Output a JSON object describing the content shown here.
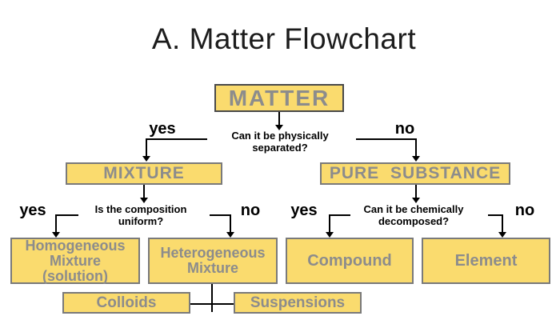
{
  "title": "A. Matter Flowchart",
  "colors": {
    "box_fill": "#FADB6E",
    "box_border": "#7A7A7A",
    "matter_border": "#4A4A4A",
    "box_text": "#8C8C8C",
    "line": "#000000"
  },
  "nodes": {
    "matter": "MATTER",
    "mixture": "MIXTURE",
    "pure_substance": "PURE SUBSTANCE",
    "homogeneous": [
      "Homogeneous",
      "Mixture",
      "(solution)"
    ],
    "heterogeneous": [
      "Heterogeneous",
      "Mixture"
    ],
    "compound": "Compound",
    "element": "Element",
    "colloids": "Colloids",
    "suspensions": "Suspensions"
  },
  "questions": {
    "physical": [
      "Can it be physically",
      "separated?"
    ],
    "uniform": [
      "Is the composition",
      "uniform?"
    ],
    "chemical": [
      "Can it be chemically",
      "decomposed?"
    ]
  },
  "branch_labels": {
    "q1_yes": "yes",
    "q1_no": "no",
    "q2_yes": "yes",
    "q2_no": "no",
    "q3_yes": "yes",
    "q3_no": "no"
  }
}
